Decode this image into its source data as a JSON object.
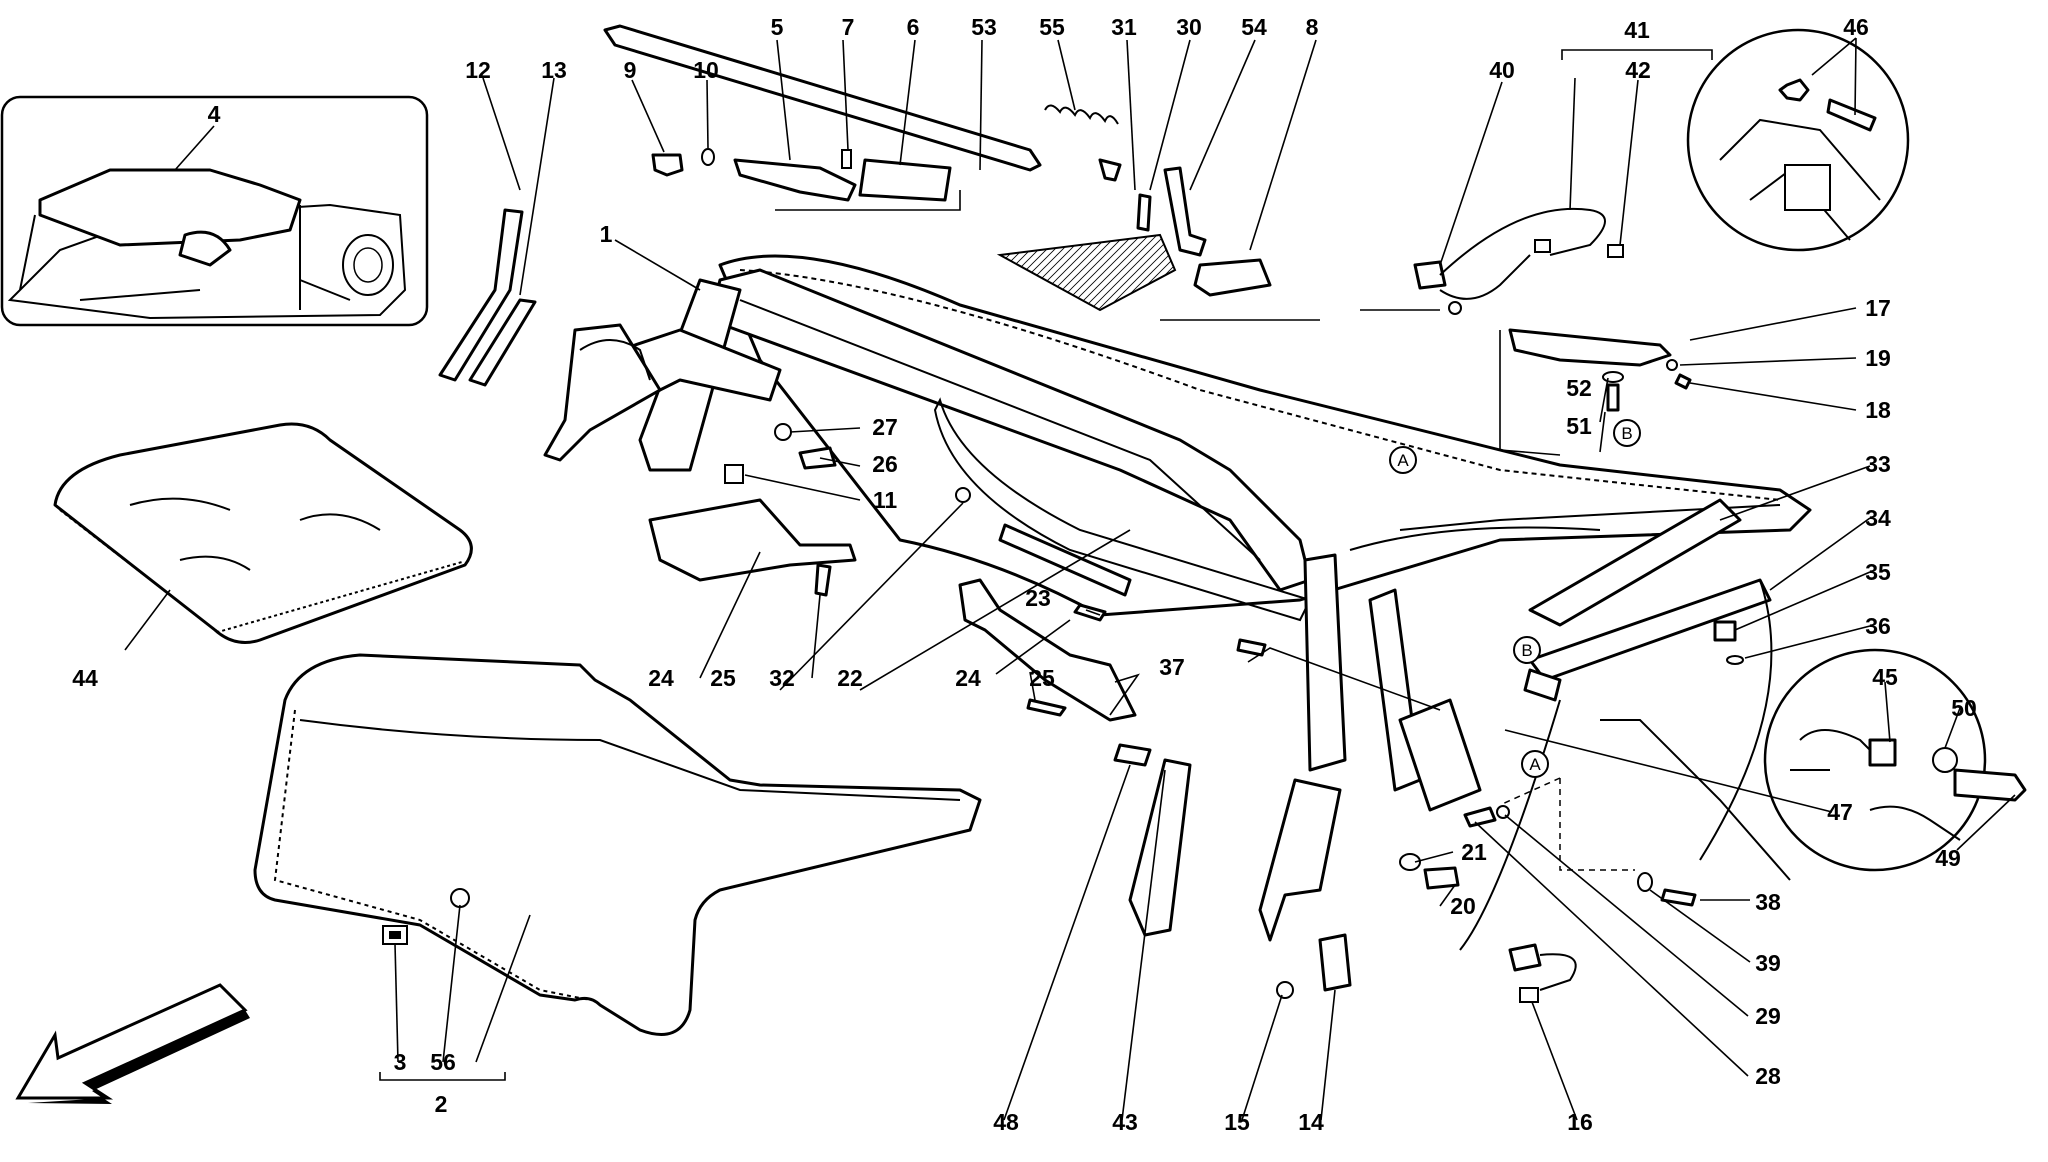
{
  "callouts": {
    "c1": "1",
    "c2": "2",
    "c3": "3",
    "c4": "4",
    "c5": "5",
    "c6": "6",
    "c7": "7",
    "c8": "8",
    "c9": "9",
    "c10": "10",
    "c11": "11",
    "c12": "12",
    "c13": "13",
    "c14": "14",
    "c15": "15",
    "c16": "16",
    "c17": "17",
    "c18": "18",
    "c19": "19",
    "c20": "20",
    "c21": "21",
    "c22": "22",
    "c23": "23",
    "c24a": "24",
    "c24b": "24",
    "c25a": "25",
    "c25b": "25",
    "c26": "26",
    "c27": "27",
    "c28": "28",
    "c29": "29",
    "c30": "30",
    "c31": "31",
    "c32": "32",
    "c33": "33",
    "c34": "34",
    "c35": "35",
    "c36": "36",
    "c37": "37",
    "c38": "38",
    "c39": "39",
    "c40": "40",
    "c41": "41",
    "c42": "42",
    "c43": "43",
    "c44": "44",
    "c45": "45",
    "c46": "46",
    "c47": "47",
    "c48": "48",
    "c49": "49",
    "c50": "50",
    "c51": "51",
    "c52": "52",
    "c53": "53",
    "c54": "54",
    "c55": "55",
    "c56": "56"
  },
  "reference_markers": {
    "a1": "A",
    "a2": "A",
    "b1": "B",
    "b2": "B"
  },
  "icons": {
    "direction": "front-direction-arrow-icon"
  }
}
